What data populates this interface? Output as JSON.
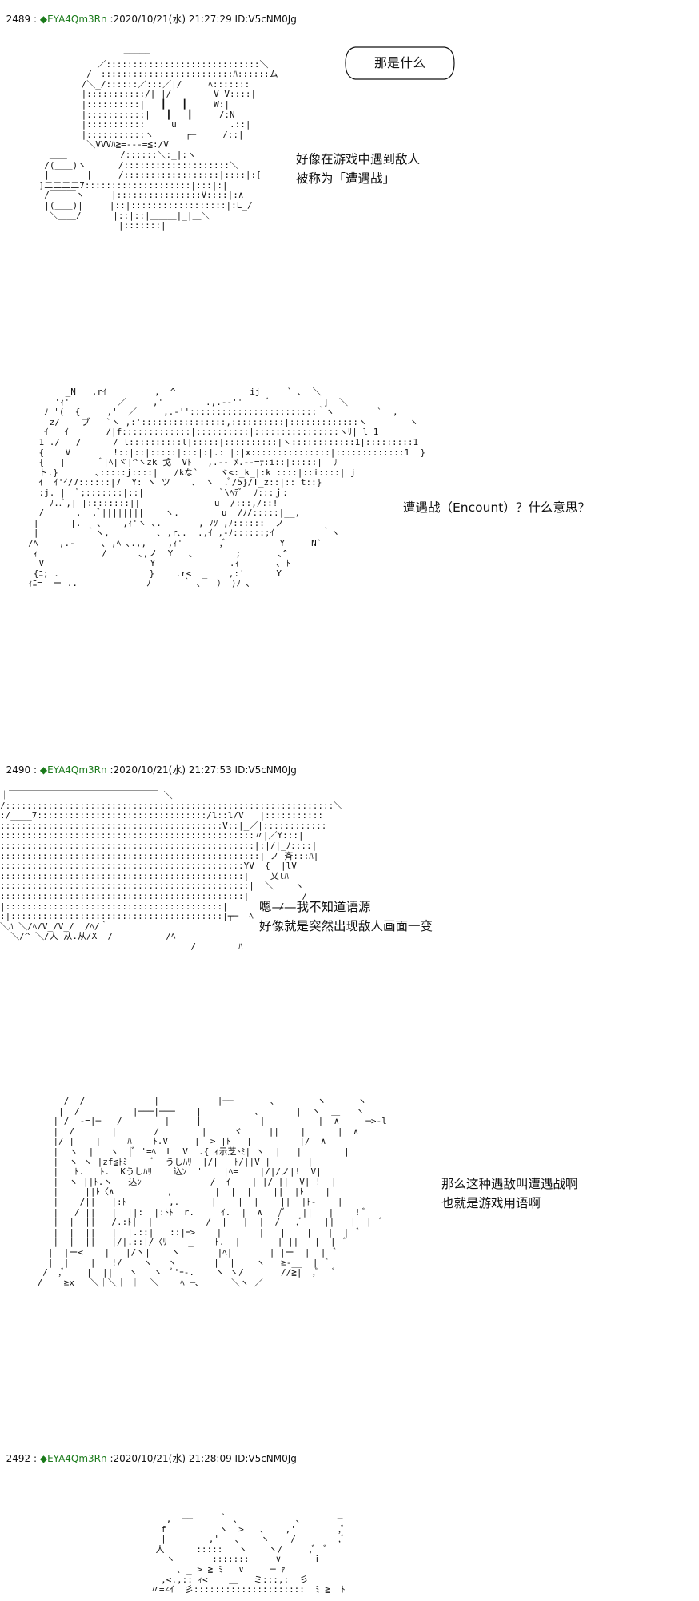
{
  "posts": [
    {
      "num": "2489",
      "sep": " : ",
      "trip": "◆EYA4Qm3Rn",
      "meta": " :2020/10/21(水) 21:27:29 ID:V5cNM0Jg"
    },
    {
      "num": "2490",
      "sep": " : ",
      "trip": "◆EYA4Qm3Rn",
      "meta": " :2020/10/21(水) 21:27:53 ID:V5cNM0Jg"
    },
    {
      "num": "2492",
      "sep": " : ",
      "trip": "◆EYA4Qm3Rn",
      "meta": " :2020/10/21(水) 21:28:09 ID:V5cNM0Jg"
    }
  ],
  "bubble_text": "那是什么",
  "dialog": {
    "p1a": "好像在游戏中遇到敌人",
    "p1b": "被称为「遭遇战」",
    "p2": "遭遇战（Encount）？什么意思？",
    "p3a": "嗯——我不知道语源",
    "p3b": "好像就是突然出现敌人画面一变",
    "p4a": "那么这种遇敌叫遭遇战啊",
    "p4b": "也就是游戏用语啊"
  },
  "ascii_art": {
    "aa1": "                 ───── \n            ／:::::::::::::::::::::::::::::＼\n          /＿:::::::::::::::::::::::::ﾊ::::::ム\n         /＼_/::::::／:::／|/     ﾍ:::::::\n         |:::::::::::/| |/        V V::::|\n         |::::::::::|   ┃   ┃     W:|\n         |:::::::::::|   ┃   ┃     /:N\n         |:::::::::::     u          .::|\n         |:::::::::::ヽ      ┌─     /::|\n          ＼VVVﾊ≧=‐‐‐=≦:/V\n   ＿＿          /::::::＼:_|:ヽ\n  /(＿＿)ヽ      /::::::::::::::::::::＼\n  |       |     /::::::::::::::::::|::::|:[\n ]二二二二7::::::::::::::::::::|:::|:|\n  /￣￣￣ヽ     |::::::::::::::::V::::|:∧\n  |(＿＿)|     |::|::::::::::::::::::|:L_/\n   ＼＿＿/      |::|::|＿＿＿|_|＿＼\n                |:::::::|",
    "aa2": "         _N   ,rｲ         ,  ^              ij     ` ､  ＼\n      _'ｨ'         ／     ,'       _.,.-‐''     ﾞ          ]  ＼\n     ﾉ '(  {     ,'  ／     ,.-''::::::::::::::::::::::::｀ヽ        `  ,\n      z/    ブ   `ヽ ,:'::::::::::::::::,::::::::::|:::::::::::::ヽ        ヽ\n     ｲ   ｲ       /|f:::::::::::::|::::::::::|::::::::::::::::ヽﾘ| l 1\n    1 ./   /      / l::::::::::l|:::::|::::::::::|ヽ::::::::::::1|:::::::::1\n    {    V        !::|::|:::::|:::|:|.: |:|x:::::::::::::::|:::::::::::::1  }\n    {   |       ﾞ|ﾍ|ヾ|^ヽzk 戈_ Vﾄ   ,.-- ﾒ.--=ﾃ:i::|:::::|  ﾘ\n    ト.}       ､:::::j::::|   /kな`    ヾ<:_k_|:k ::::|::i::::| j\n    ｲ  ｲ'ｲ/7::::::|7  Y: ヽ ツ    、 ヽ  .ﾟ/5}/T_z::|:: t::}\n    :j. |  ﾞ;:::::::|::|               ﾞ\\ﾍﾃﾞ  ﾉ:::ｊ:\n     _ﾉ..ﾞ,| |::::::::||              u  /:::,/::!\n    /      ,  ,ﾞ||||||||    ヽ.        u  /ﾉ/:::::|__,\n   |      |.   ､    ,ｨ'ヽ ､.       , ﾉｿ ,ﾉ::::::  ノ\n   |         ｀ヽ,         ､ ,r､.  .,ｲ ,-ﾉ::::::;ｲ         ｀ヽ\n  /ﾍ   _,.-     ､ ,ﾍ ､.,,_   ,ｨ'       ,ﾞ          Y     N`\n   ｨ            /      ､,ノ  Y   ､        ;       ､^\n    V                    Y              .ｨ       ､ ﾄ\n   {ﾆ; .                 }    .r<  _    ,:'      Y\n  ｨﾆ=_ ー ..             ﾉ      ｀ ､   ） )ﾉ ､",
    "aa3": "｜￣￣￣￣￣￣￣￣￣￣￣￣￣￣￣￣￣ ＼\n/::::::::::::::::::::::::::::::::::::::::::::::::::::::::::::::＼\n:/____7::::::::::::::::::::::::::::::::/l::l/V   |:::::::::::\n::::::::::::::::::::::::::::::::::::::::::V::|_／|::::::::::::\n::::::::::::::::::::::::::::::::::::::::::::::::〃|／Y:::|\n::::::::::::::::::::::::::::::::::::::::::::::::|:|/|_ﾉ::::|\n:::::::::::::::::::::::::::::::::::::::::::::::::| ノ 斉:::ﾊ|\n::::::::::::::::::::::::::::::::::::::::::::::YV  {  |lV\n::::::::::::::::::::::::::::::::::::::::::::::|    乂lﾊ\n:::::::::::::::::::::::::::::::::::::::::::::::|  ＼    ヽ\n::::::::::::::::::::::::::::::::::::::::::::::|          /\n|:::::::::::::::::::::::::::::::::::::::::|      こ  /\n:|::::::::::::::::::::::::::::::::::::::::|┬─  ﾍ\n＼ﾊ ＼/ﾍ/V_/V_/  /ﾍ/｀\n  ＼/^ ＼/人_从.从/X  /          /ﾍ\n                                    /        ﾊ",
    "aa4": "      /  /             |           |──       ､        ヽ      ヽ\n     |  /          |───|───    |          ､       |  ヽ  ＿   ヽ\n    |_/ _-=|─   /        |     |           |          |  ∧     ─>-l\n    |  /       |       /        |     ヾ     ||    |      |  ∧\n    |/ |    |     ﾊ    ﾄ.V     |  >_|ﾄ   |         |/  ∧\n    |  ヽ  |   ヽ  |ﾞ '=ﾍ  L  V  .{ ｨ示芝ﾄﾐ| ヽ  |   |        |\n    |  ヽ ヽ |zf≦ﾄﾐ     ﾞ  うしﾊﾘ  |/|   ﾄ/||V |       |\n    |   ﾄ.   ﾄ.  Kうしﾊﾘ    込ﾝ  '    |ﾍ=    |/|/ノ|!  V|\n    |  ヽ ||ﾄ.ヽ   込ﾝ             /  ｲ    | |/ ||  V| !  |\n    |     ||ﾄ〈∧          ,        |  |  |    ||  |ﾄ    |\n    |    /||   |:ﾄ        ,.      |    |  |    ||  |ﾄ-    |\n    |   / ||   |  ||:  |:ﾄﾄ  r.     ｲ.  |  ∧   /ﾞ   ||   |    ! ﾞ\n    |  |  ||   /.:ﾄ|  |          /  |   |  |  /   ,ﾞ    ||   |  |  ﾞ\n    |  |  ||   |  |.::|   ::|ｰ>    |       |   |    |   |  |  ﾞ\n    |  |  ||   |/|.::|/〈ﾘ    _    ﾄ.  |       | ||   |  |  ﾞ\n   |  |ー<    |   |/ヽ|    ヽ       |ﾍ|       | |ー  |  |  ﾞ\n   |  |    |   !/    ヽ   ヽ       |  |    ヽ   ≧-__  |  ﾞ\n  /  ,ﾞ    |  ||   ヽ   ヽ  ﾞ'ｰ-.    ヽ ヽ/       //≧|  ,ﾞ   ﾞ\n /    ≧x   ＼｜＼｜ ｜  ＼    ﾍ ─､      ＼ヽ ／",
    "aa5": "      ,  ──     ｀ ､           ､       ─\n     f          ヽ  >   ､    ,'        ,ﾞ\n     |        ,'   ､    ヽ    /        ,ﾞ\n    人      :::::   ヽ    ヽ/     ,ﾞ  ﾞ\n      ヽ       :::::::     ∨      ｉ\n        ､ _ > ≧ ﾐ   ∨     ─ ｧ\n     ,<.,:: ｨ<    ＿   ミ:::,:  彡\n   〃=∠ｲ  彡:::::::::::::::::::::  ﾐ ≧  ﾄ"
  }
}
